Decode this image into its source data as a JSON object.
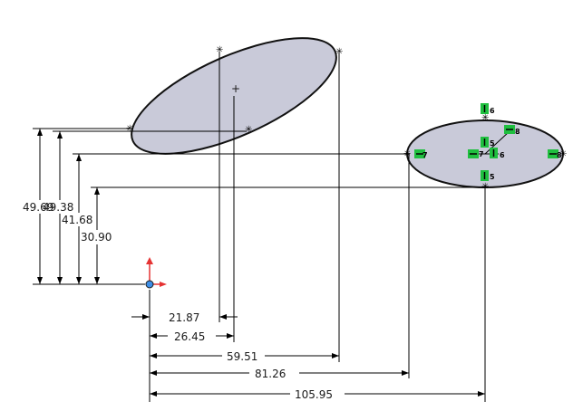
{
  "sketch": {
    "dimensions": {
      "vertical": [
        "49.69",
        "49.38",
        "41.68",
        "30.90"
      ],
      "horizontal": [
        "21.87",
        "26.45",
        "59.51",
        "81.26",
        "105.95"
      ]
    },
    "relations": {
      "r6": "6",
      "r8": "8",
      "r5": "5",
      "r7": "7"
    },
    "colors": {
      "ellipse_fill": "#c9cad9",
      "relation_badge": "#1fbf3f",
      "origin_x_axis": "#e53333",
      "origin_y_axis": "#e53333",
      "origin_point": "#3d8ee6"
    }
  }
}
